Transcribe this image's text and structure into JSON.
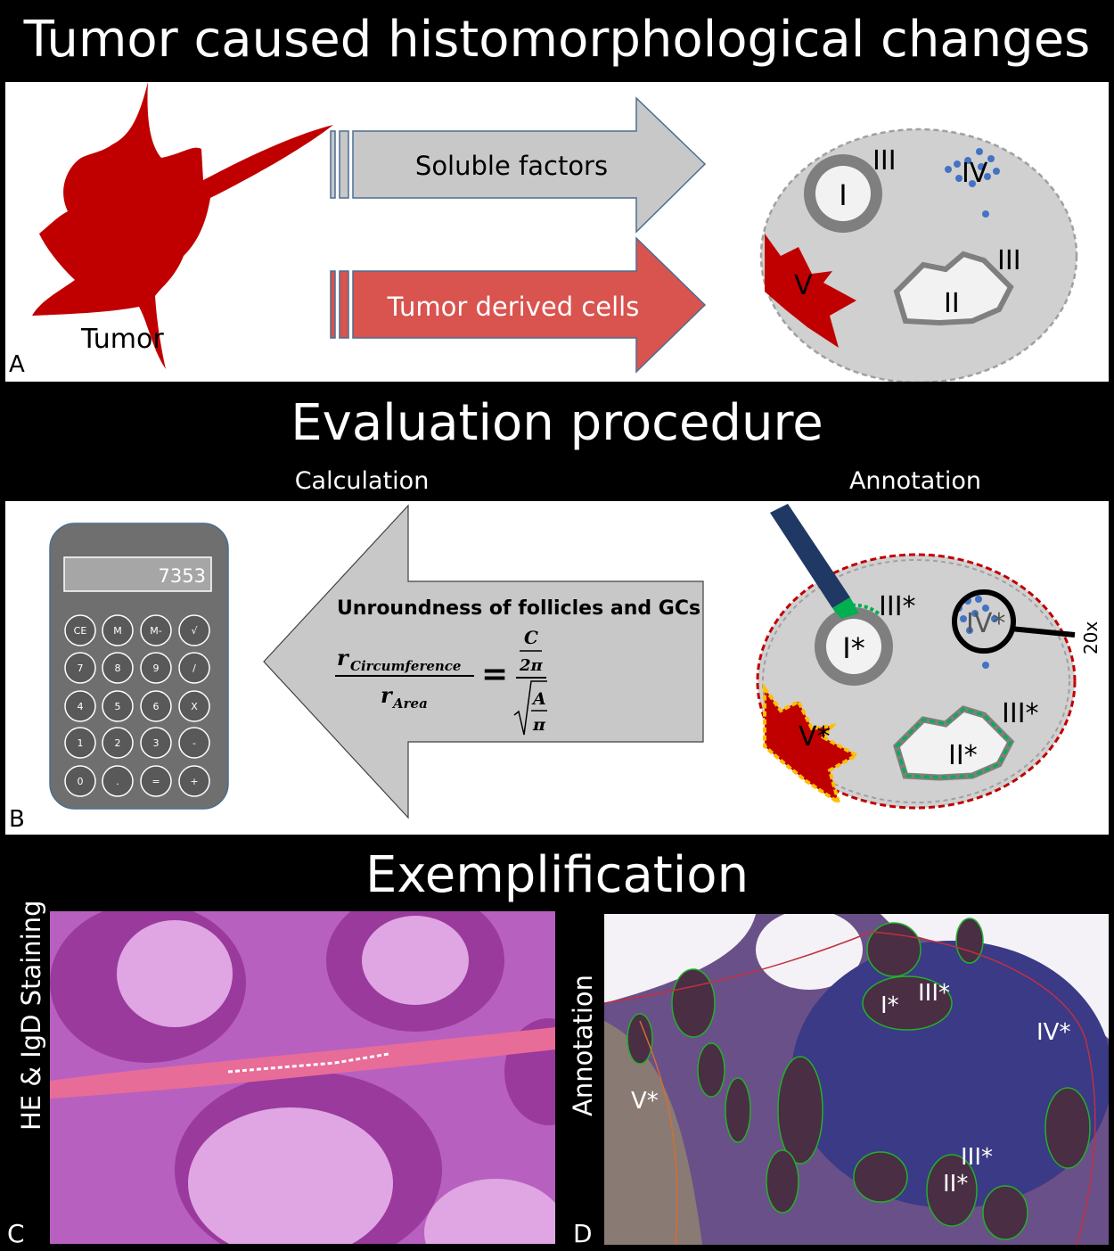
{
  "sections": {
    "top_title": "Tumor caused histomorphological changes",
    "middle_title": "Evaluation procedure",
    "bottom_title": "Exemplification"
  },
  "panel_a": {
    "letter": "A",
    "tumor_label": "Tumor",
    "arrow_soluble": "Soluble factors",
    "arrow_cells": "Tumor derived cells",
    "node": {
      "I": "I",
      "II": "II",
      "III_a": "III",
      "III_b": "III",
      "IV": "IV",
      "V": "V"
    }
  },
  "panel_b": {
    "letter": "B",
    "calculation_label": "Calculation",
    "annotation_label": "Annotation",
    "calculator": {
      "display": "7353",
      "keys": [
        [
          "CE",
          "M",
          "M-",
          "√"
        ],
        [
          "7",
          "8",
          "9",
          "/"
        ],
        [
          "4",
          "5",
          "6",
          "X"
        ],
        [
          "1",
          "2",
          "3",
          "-"
        ],
        [
          "0",
          ".",
          "=",
          "+"
        ]
      ]
    },
    "formula_title": "Unroundness of follicles and GCs",
    "formula": {
      "r": "r",
      "sub_circ": "Circumference",
      "sub_area": "Area",
      "equals": "=",
      "C": "C",
      "two_pi": "2π",
      "A": "A",
      "pi": "π"
    },
    "node": {
      "I": "I*",
      "II": "II*",
      "III_a": "III*",
      "III_b": "III*",
      "IV": "IV*",
      "V": "V*"
    },
    "magnification": "20x"
  },
  "panel_c": {
    "letter": "C",
    "side_label": "HE & IgD Staining"
  },
  "panel_d": {
    "letter": "D",
    "side_label": "Annotation",
    "marks": {
      "I": "I*",
      "III_top": "III*",
      "IV": "IV*",
      "V": "V*",
      "III_bottom": "III*",
      "II": "II*"
    }
  },
  "colors": {
    "tumor_red": "#c00000",
    "arrow_gray": "#c8c8c8",
    "arrow_red": "#d9534f",
    "node_fill": "#d0d0d0",
    "dot_blue": "#4472c4",
    "calculator_body": "#6f6f6f",
    "pen_blue": "#1f3864"
  }
}
